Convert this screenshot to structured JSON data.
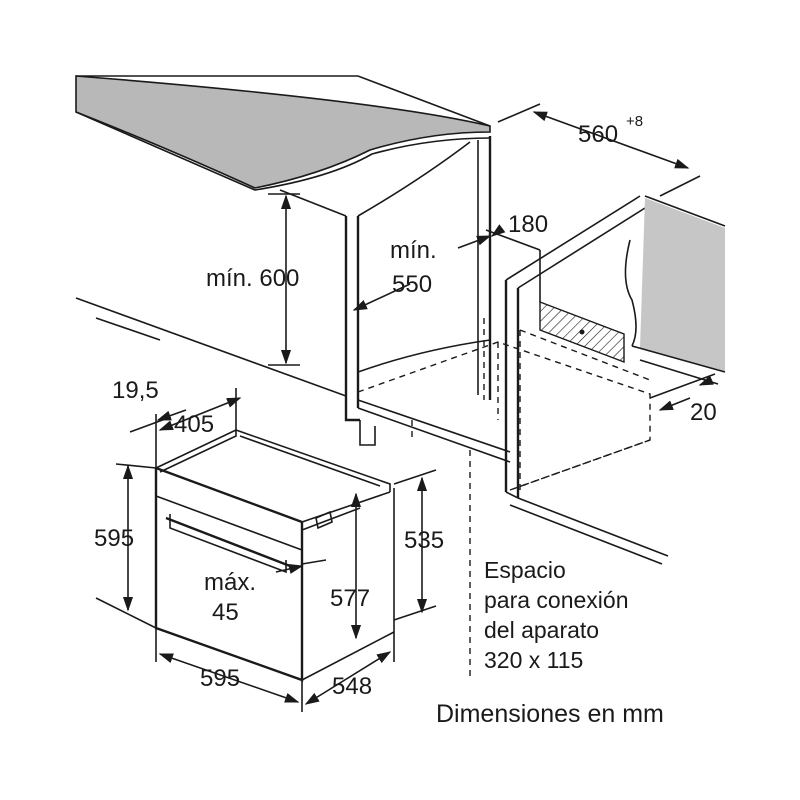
{
  "labels": {
    "width_niche": "560",
    "width_niche_sup": "+8",
    "min_height_label": "mín. 600",
    "min_depth_label1": "mín.",
    "min_depth_label2": "550",
    "back_gap": "180",
    "side_gap": "20",
    "front_offset": "19,5",
    "top_depth": "405",
    "oven_height": "595",
    "oven_width": "595",
    "oven_depth": "548",
    "body_height": "535",
    "inner_height": "577",
    "max_label1": "máx.",
    "max_label2": "45"
  },
  "connection_note": {
    "line1": "Espacio",
    "line2": "para conexión",
    "line3": "del aparato",
    "line4": "320 x 115"
  },
  "footer": "Dimensiones en mm"
}
